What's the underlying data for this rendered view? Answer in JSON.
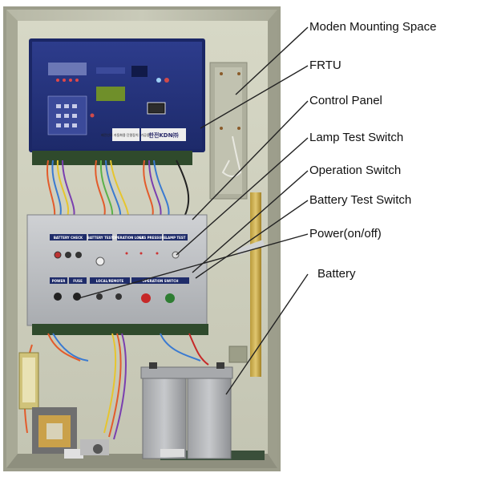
{
  "callouts": [
    {
      "id": "modem",
      "label": "Moden Mounting Space"
    },
    {
      "id": "frtu",
      "label": "FRTU"
    },
    {
      "id": "control",
      "label": "Control Panel"
    },
    {
      "id": "lamp",
      "label": "Lamp Test Switch"
    },
    {
      "id": "operation",
      "label": "Operation Switch"
    },
    {
      "id": "battery_test",
      "label": "Battery Test Switch"
    },
    {
      "id": "power",
      "label": "Power(on/off)"
    },
    {
      "id": "battery",
      "label": "Battery"
    }
  ],
  "frtu_unit": {
    "brand": "한전KDN㈜",
    "product_label": "배전선로 자동화용 단말장치 (가공용)"
  },
  "control_panel": {
    "sections": [
      "BATTERY CHECK",
      "BATTERY TEST",
      "OPERATION LOCK",
      "GAS PRESSURE",
      "LAMP TEST",
      "POWER",
      "FUSE",
      "LOCAL/REMOTE",
      "OPERATION SWITCH"
    ]
  }
}
